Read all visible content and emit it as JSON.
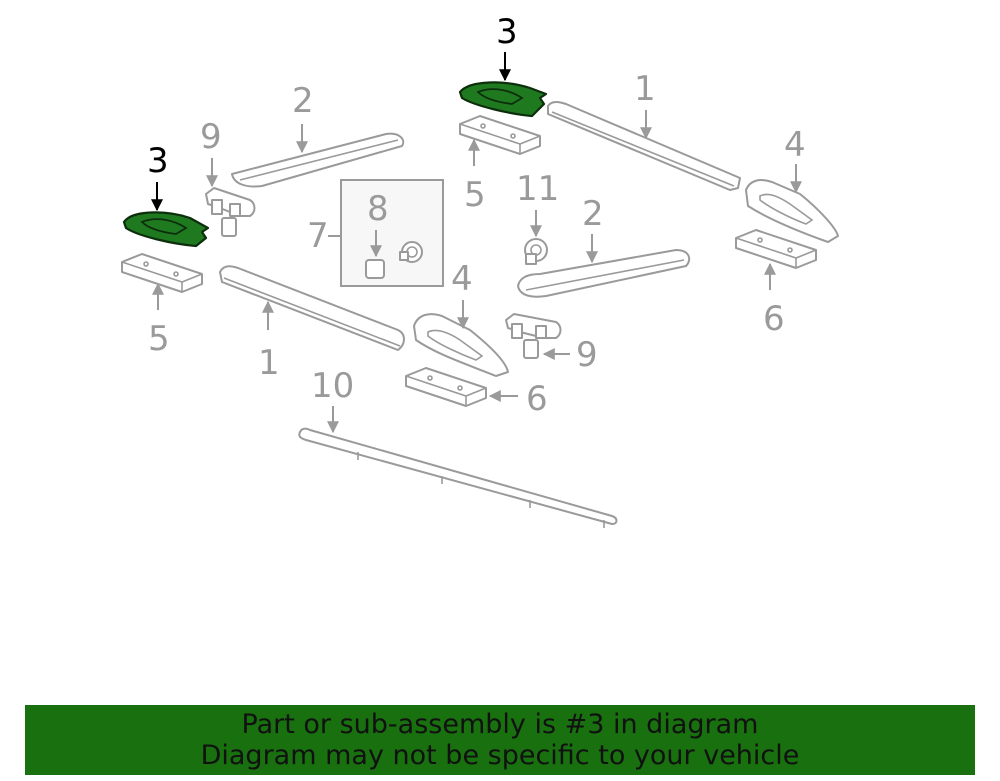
{
  "callouts": {
    "c3_top": "3",
    "c1_top": "1",
    "c2_top": "2",
    "c9_left": "9",
    "c3_left": "3",
    "c4_right": "4",
    "c5_top": "5",
    "c11": "11",
    "c2_mid": "2",
    "c8": "8",
    "c7": "7",
    "c5_left": "5",
    "c6_right": "6",
    "c4_mid": "4",
    "c1_bottom": "1",
    "c9_mid": "9",
    "c10": "10",
    "c6_mid": "6"
  },
  "highlight_part": "3",
  "colors": {
    "highlight_fill": "#1f7a1f",
    "banner_bg": "#18700f",
    "line_gray": "#9a9a9a"
  },
  "banner": {
    "line1": "Part or sub-assembly is #3 in diagram",
    "line2": "Diagram may not be specific to your vehicle"
  }
}
